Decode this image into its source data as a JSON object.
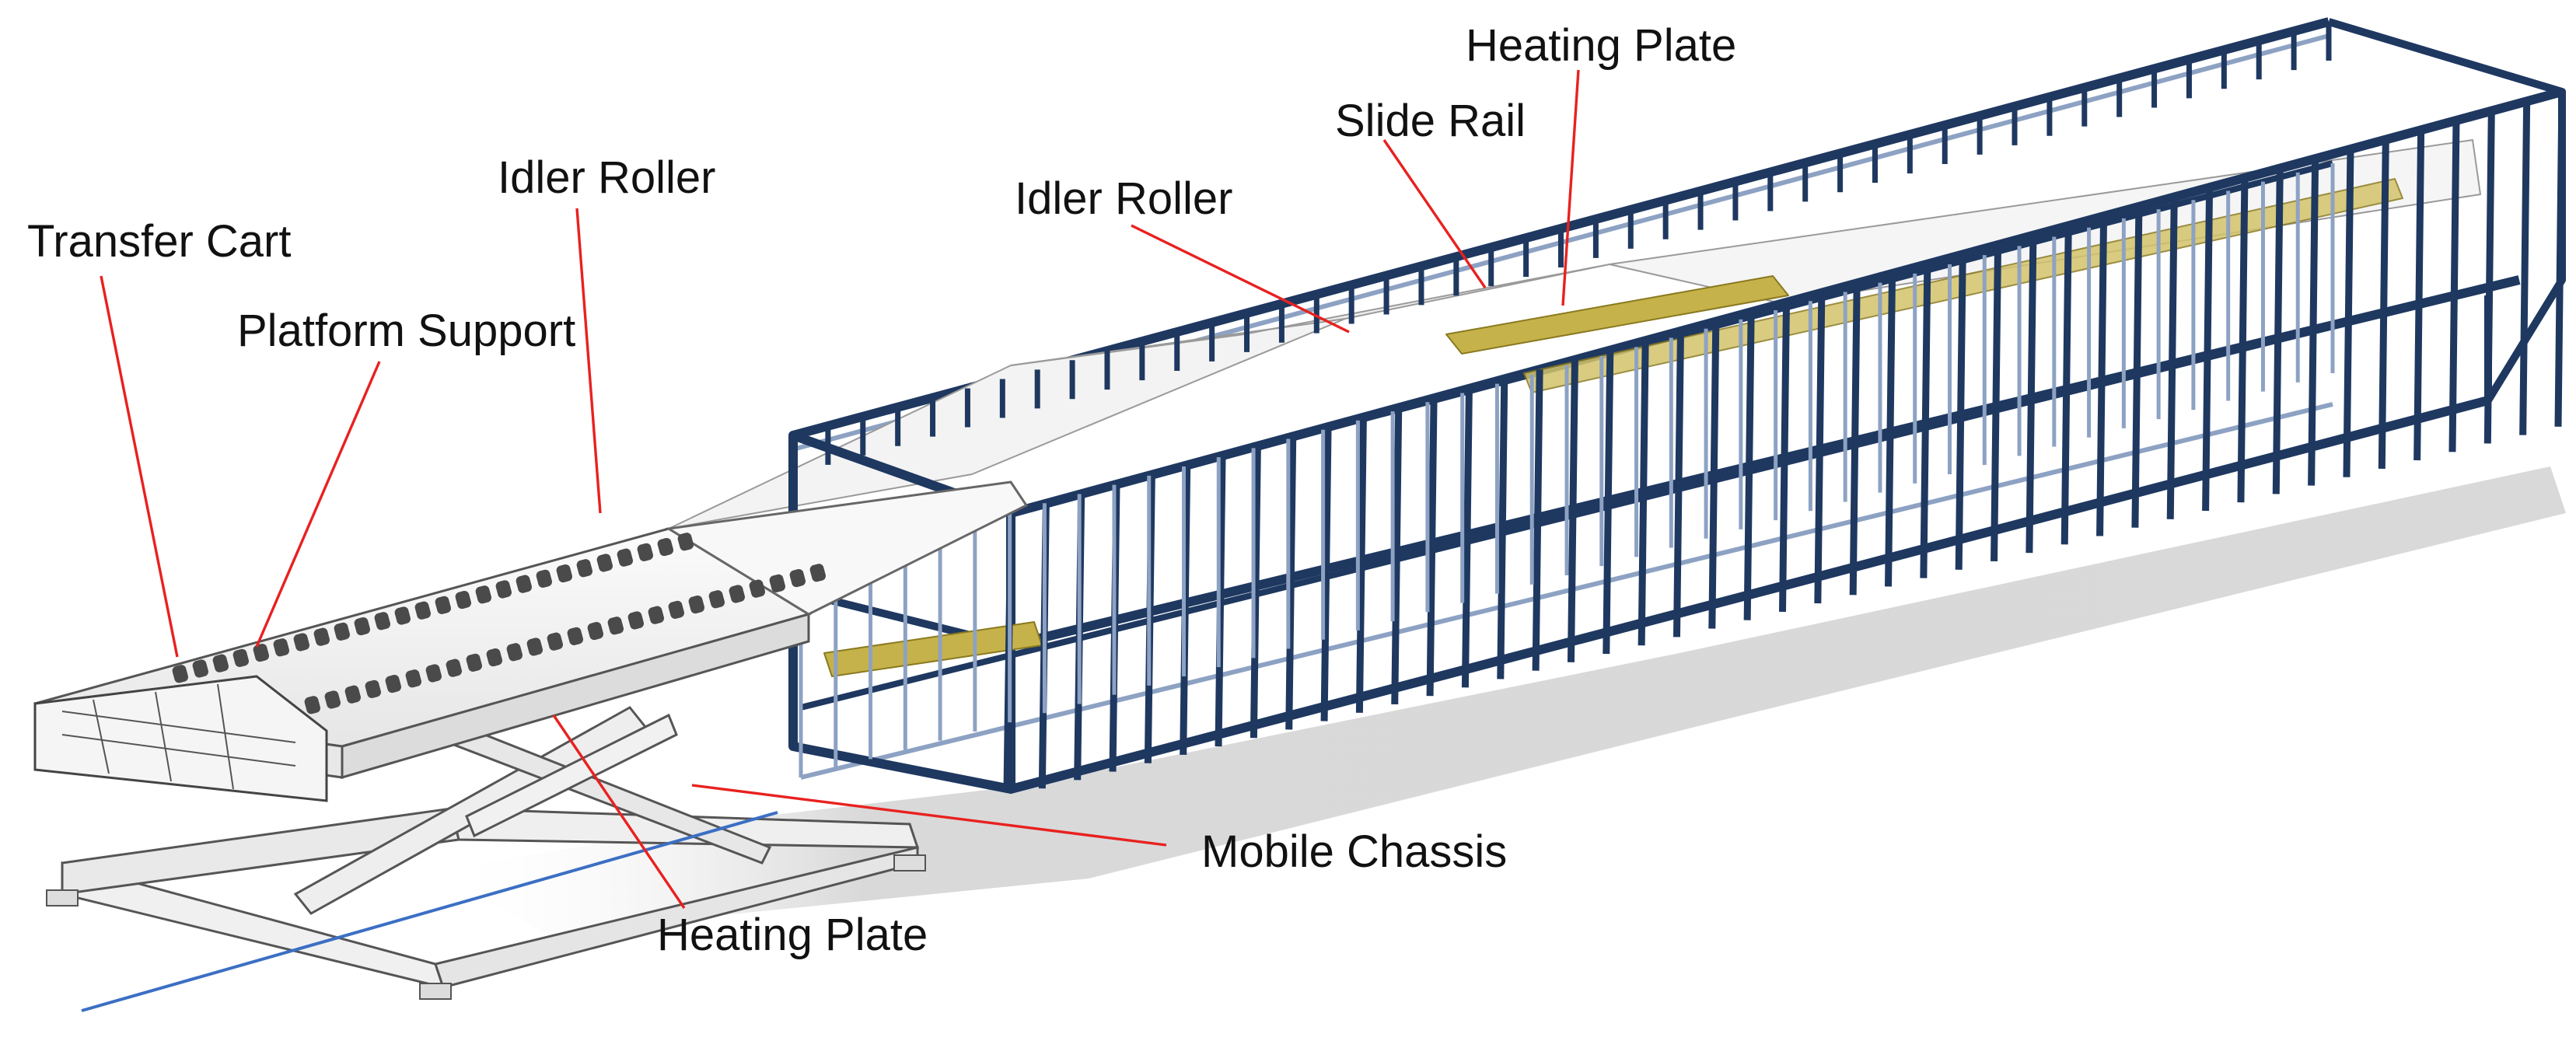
{
  "labels": {
    "transfer_cart": "Transfer Cart",
    "platform_support": "Platform Support",
    "idler_roller_left": "Idler Roller",
    "idler_roller_mid": "Idler Roller",
    "slide_rail": "Slide Rail",
    "heating_plate_top": "Heating Plate",
    "mobile_chassis": "Mobile Chassis",
    "heating_plate_bottom": "Heating Plate"
  },
  "colors": {
    "frame": "#1e3860",
    "frame_light": "#8da2c3",
    "leader": "#e8211f",
    "plate": "#f4f4f4",
    "rail": "#c6b24a",
    "guide_line": "#3b6fc4",
    "shadow": "#bdbdbd"
  }
}
